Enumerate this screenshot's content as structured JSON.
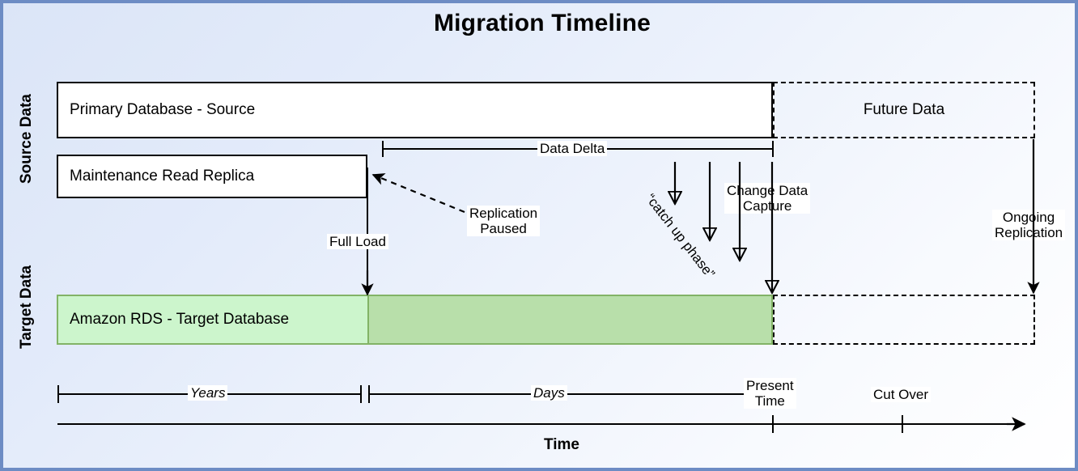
{
  "diagram": {
    "title": "Migration Timeline",
    "side_labels": {
      "source": "Source Data",
      "target": "Target Data"
    },
    "boxes": {
      "primary_source": "Primary Database - Source",
      "future_data": "Future Data",
      "maintenance_replica": "Maintenance Read Replica",
      "amazon_rds_target": "Amazon RDS - Target Database"
    },
    "annotations": {
      "data_delta": "Data Delta",
      "replication_paused_line1": "Replication",
      "replication_paused_line2": "Paused",
      "full_load": "Full Load",
      "catch_up_phase": "“catch up phase”",
      "change_data_capture_line1": "Change Data",
      "change_data_capture_line2": "Capture",
      "ongoing_replication_line1": "Ongoing",
      "ongoing_replication_line2": "Replication"
    },
    "timeline": {
      "years": "Years",
      "days": "Days",
      "present_time_line1": "Present",
      "present_time_line2": "Time",
      "cut_over": "Cut Over",
      "axis_label": "Time"
    },
    "colors": {
      "frame_border": "#6d8cc4",
      "background_start": "#dbe5f7",
      "background_end": "#ffffff",
      "target_fill_light": "#ccf5cc",
      "target_fill_dark": "#b8dfaa",
      "target_border": "#82b366",
      "stroke": "#000000"
    }
  }
}
